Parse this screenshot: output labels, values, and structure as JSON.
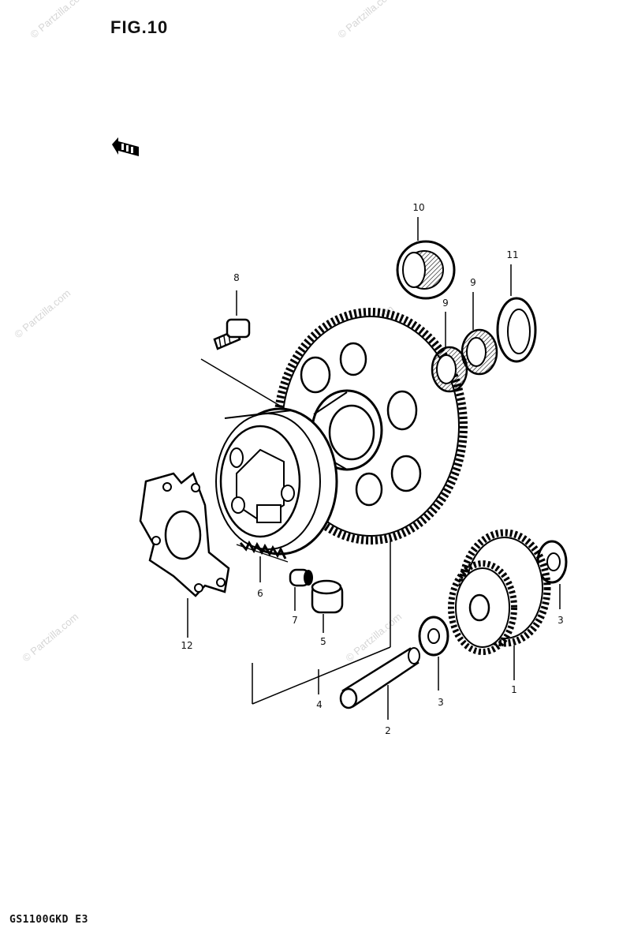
{
  "figure": {
    "title": "FIG.10",
    "footer_code": "GS1100GKD E3"
  },
  "watermark": {
    "text": "© Partzilla.com"
  },
  "callouts": [
    {
      "id": "label-1",
      "text": "1"
    },
    {
      "id": "label-2",
      "text": "2"
    },
    {
      "id": "label-3a",
      "text": "3"
    },
    {
      "id": "label-3b",
      "text": "3"
    },
    {
      "id": "label-4",
      "text": "4"
    },
    {
      "id": "label-5",
      "text": "5"
    },
    {
      "id": "label-6",
      "text": "6"
    },
    {
      "id": "label-7",
      "text": "7"
    },
    {
      "id": "label-8",
      "text": "8"
    },
    {
      "id": "label-9a",
      "text": "9"
    },
    {
      "id": "label-9b",
      "text": "9"
    },
    {
      "id": "label-10",
      "text": "10"
    },
    {
      "id": "label-11",
      "text": "11"
    },
    {
      "id": "label-12",
      "text": "12"
    }
  ]
}
